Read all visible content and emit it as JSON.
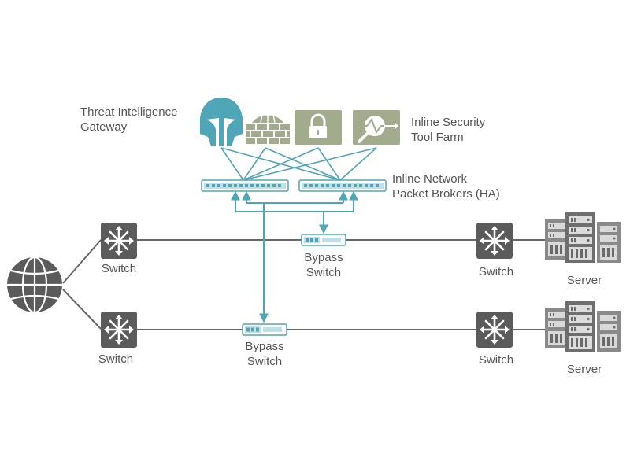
{
  "colors": {
    "teal": "#4fa6b6",
    "teal_light": "#bfe0e6",
    "dark_gray": "#5b5b5b",
    "mid_gray": "#8a8a8a",
    "olive": "#a3ab8d",
    "line_gray": "#666666"
  },
  "labels": {
    "threat_gateway": [
      "Threat Intelligence",
      "Gateway"
    ],
    "security_farm": [
      "Inline Security",
      "Tool Farm"
    ],
    "packet_brokers": [
      "Inline Network",
      "Packet Brokers (HA)"
    ],
    "bypass_upper": [
      "Bypass",
      "Switch"
    ],
    "bypass_lower": [
      "Bypass",
      "Switch"
    ],
    "switch_upper_left": "Switch",
    "switch_lower_left": "Switch",
    "switch_upper_right": "Switch",
    "switch_lower_right": "Switch",
    "server_upper": "Server",
    "server_lower": "Server"
  },
  "icons": {
    "internet": "globe-icon",
    "threat_gateway": "spartan-helmet-icon",
    "firewall": "firewall-globe-icon",
    "lock": "lock-icon",
    "inspection": "magnifier-icon",
    "switch": "switch-arrows-icon",
    "server": "server-rack-icon"
  }
}
